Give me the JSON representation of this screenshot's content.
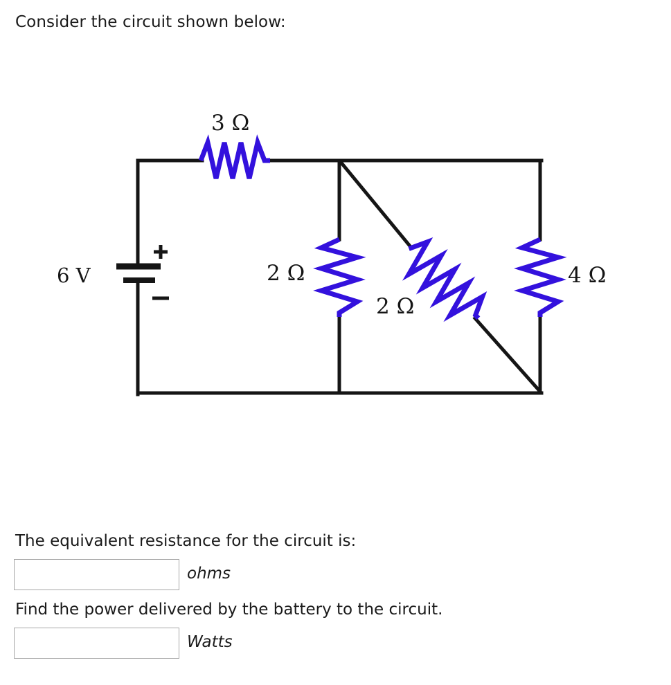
{
  "page": {
    "background_color": "#ffffff",
    "text_color": "#1a1a1a"
  },
  "prompt": {
    "intro": "Consider the circuit shown below:"
  },
  "circuit": {
    "title": "resistor network with 6 V battery",
    "wire_color": "#151515",
    "resistor_color": "#3311dd",
    "source": {
      "label": "6 V",
      "plus_sign": "+",
      "minus_sign": "−",
      "type": "dc-battery"
    },
    "resistors": [
      {
        "id": "r-top",
        "label": "3 Ω",
        "value": 3,
        "unit": "ohm",
        "orientation": "horizontal",
        "position": "top branch"
      },
      {
        "id": "r-middle",
        "label": "2 Ω",
        "value": 2,
        "unit": "ohm",
        "orientation": "vertical",
        "position": "middle branch"
      },
      {
        "id": "r-diagonal",
        "label": "2 Ω",
        "value": 2,
        "unit": "ohm",
        "orientation": "diagonal",
        "position": "diagonal branch"
      },
      {
        "id": "r-right",
        "label": "4 Ω",
        "value": 4,
        "unit": "ohm",
        "orientation": "vertical",
        "position": "right branch"
      }
    ]
  },
  "questions": [
    {
      "id": "equivalent-resistance",
      "text": "The equivalent resistance for the circuit is:",
      "answer_value": "",
      "answer_placeholder": "",
      "unit": "ohms"
    },
    {
      "id": "power-delivered",
      "text": "Find the power delivered by the battery to the circuit.",
      "answer_value": "",
      "answer_placeholder": "",
      "unit": "Watts"
    }
  ]
}
